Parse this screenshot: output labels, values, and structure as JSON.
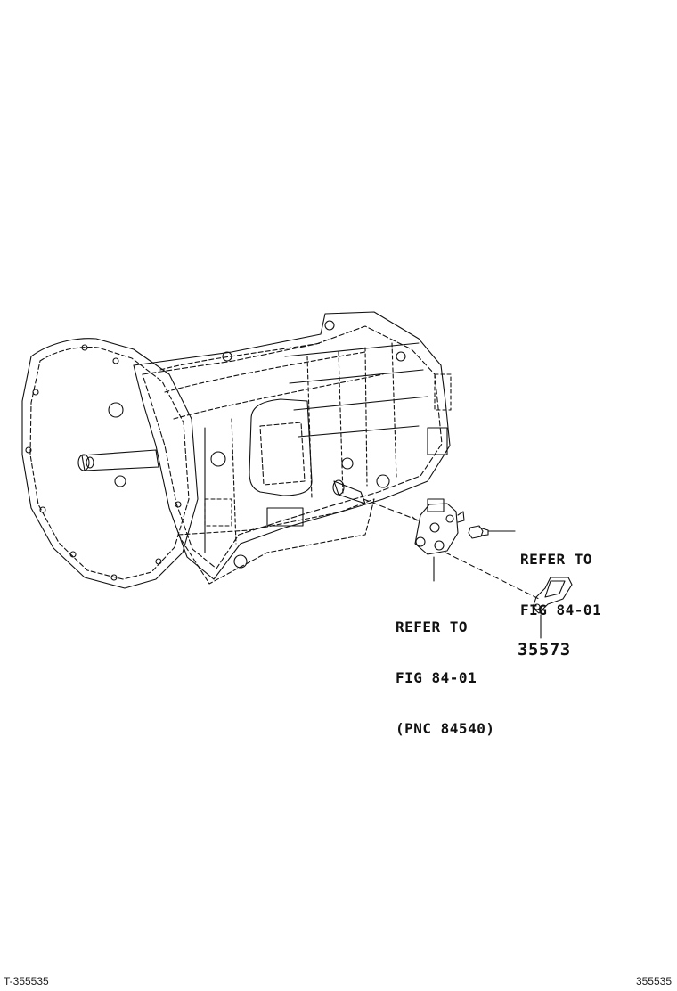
{
  "callouts": {
    "bolt_ref": {
      "line1": "REFER TO",
      "line2": "FIG 84-01"
    },
    "switch_ref": {
      "line1": "REFER TO",
      "line2": "FIG 84-01",
      "line3": "(PNC 84540)"
    },
    "bracket_part_number": "35573"
  },
  "footer": {
    "left_code": "T-355535",
    "right_code": "355535"
  },
  "colors": {
    "line": "#111111",
    "background": "#ffffff"
  }
}
